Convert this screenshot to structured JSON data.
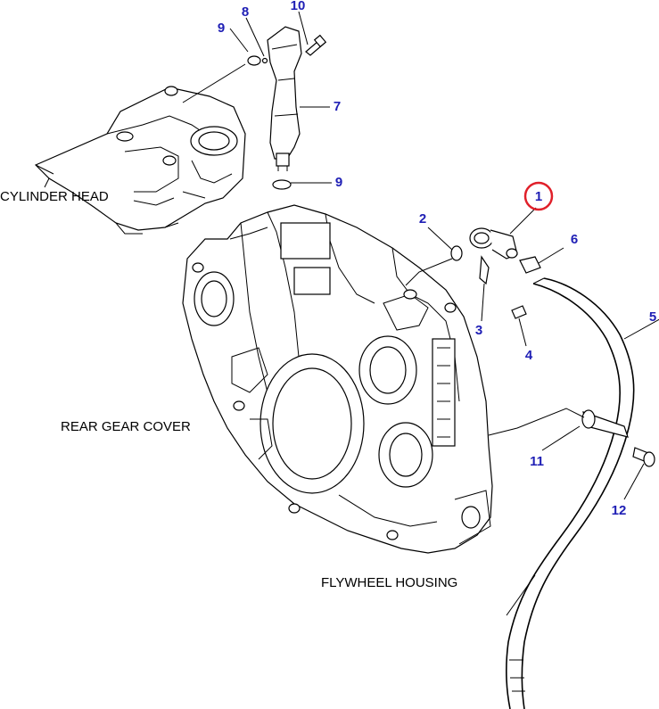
{
  "labels": {
    "cylinder_head": "CYLINDER HEAD",
    "rear_gear_cover": "REAR GEAR COVER",
    "flywheel_housing": "FLYWHEEL HOUSING"
  },
  "callouts": {
    "p1": "1",
    "p2": "2",
    "p3": "3",
    "p4": "4",
    "p5": "5",
    "p6": "6",
    "p7": "7",
    "p8": "8",
    "p9a": "9",
    "p9b": "9",
    "p10": "10",
    "p11": "11",
    "p12": "12"
  },
  "colors": {
    "callout_text": "#1f1fb5",
    "highlight_circle": "#e0202a",
    "line_art": "#000000"
  }
}
